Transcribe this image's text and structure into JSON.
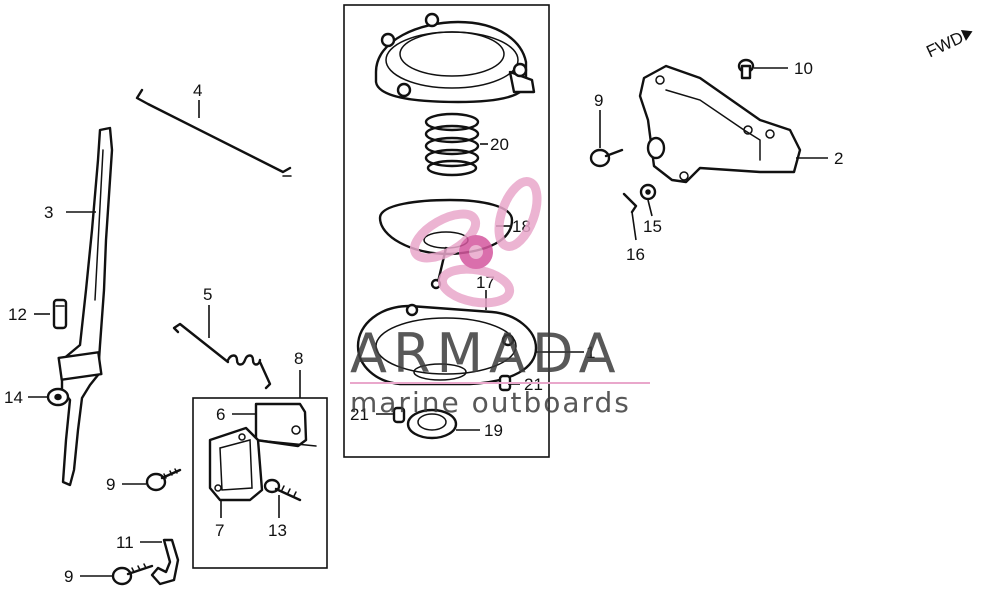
{
  "diagram": {
    "fwd_label": "FWD",
    "callouts": {
      "c1": "1",
      "c2": "2",
      "c3": "3",
      "c4": "4",
      "c5": "5",
      "c6": "6",
      "c7": "7",
      "c8": "8",
      "c9a": "9",
      "c9b": "9",
      "c9c": "9",
      "c10": "10",
      "c11": "11",
      "c12": "12",
      "c13": "13",
      "c14": "14",
      "c15": "15",
      "c16": "16",
      "c17": "17",
      "c18": "18",
      "c19": "19",
      "c20": "20",
      "c21a": "21",
      "c21b": "21"
    }
  },
  "watermark": {
    "title": "ARMADA",
    "subtitle": "marine outboards",
    "colors": {
      "pink": "#e9a7cb",
      "magenta": "#d4579e",
      "text": "#3b3b3b"
    }
  }
}
